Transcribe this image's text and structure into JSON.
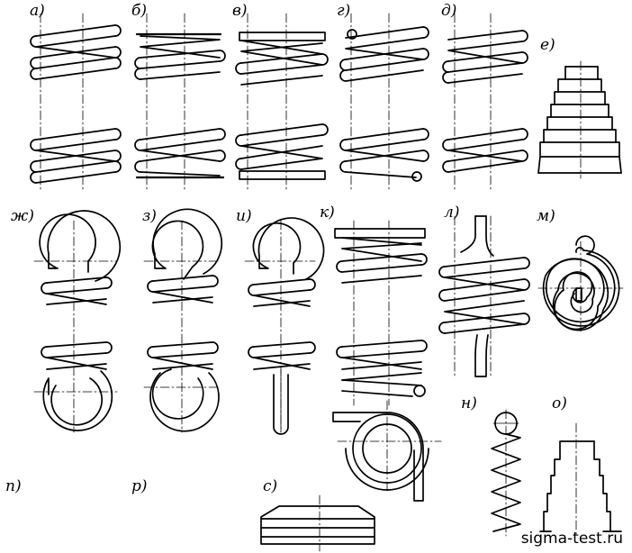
{
  "labels": {
    "a": "а)",
    "b": "б)",
    "v": "в)",
    "g": "г)",
    "d": "д)",
    "e": "е)",
    "zh": "ж)",
    "z": "з)",
    "i": "и)",
    "k": "к)",
    "l": "л)",
    "m": "м)",
    "n": "н)",
    "o": "о)",
    "p": "п)",
    "r": "р)",
    "s": "с)"
  },
  "watermark": "sigma-test.ru"
}
